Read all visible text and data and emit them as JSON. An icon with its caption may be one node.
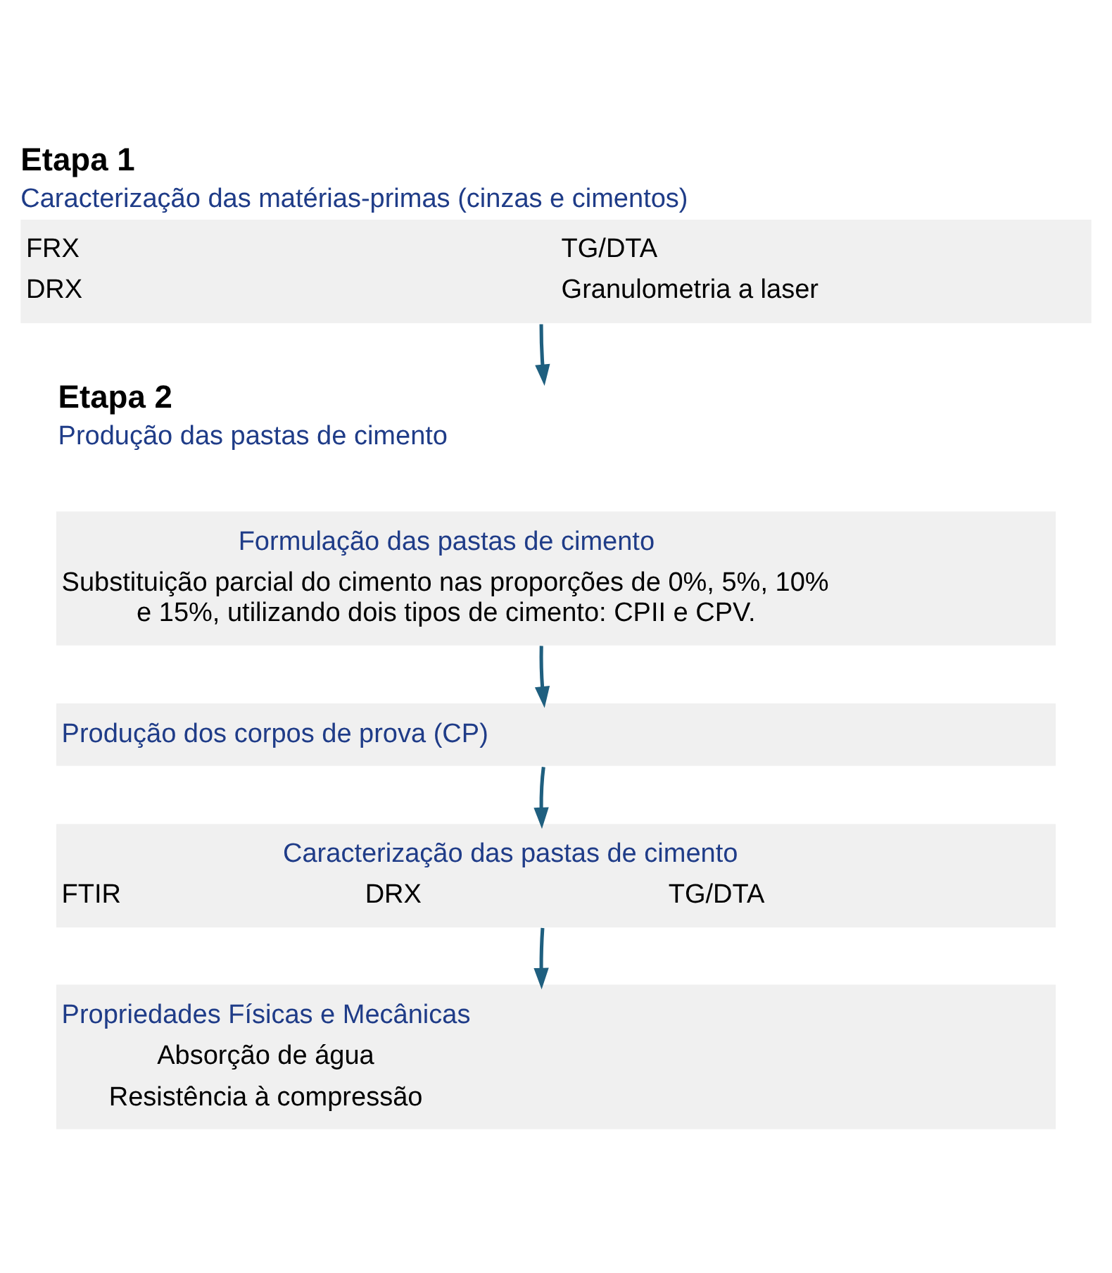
{
  "diagram": {
    "nodes": [
      {
        "text": [
          "Etapa 1",
          "Caracterização das matérias-primas (cinzas e cimentos)",
          "FRX",
          "DRX",
          "TG/DTA",
          "Granulometria a laser"
        ]
      },
      {
        "text": [
          "Etapa 2",
          "Produção das pastas de cimento"
        ]
      },
      {
        "text": [
          "Formulação das pastas de cimento",
          "Substituição parcial do cimento nas proporções de 0%, 5%, 10% e 15%, utilizando dois tipos de cimento: CPII e CPV."
        ]
      },
      {
        "text": [
          "Produção dos corpos de prova (CP)"
        ]
      },
      {
        "text": [
          "Caracterização das pastas de cimento",
          "FTIR",
          "DRX",
          "TG/DTA"
        ]
      },
      {
        "text": [
          "Propriedades Físicas e Mecânicas",
          "Absorção de água",
          "Resistência à compressão"
        ]
      }
    ],
    "edges": [
      {
        "from": 0,
        "to": 1,
        "arrow": "to"
      },
      {
        "from": 2,
        "to": 3,
        "arrow": "to"
      },
      {
        "from": 3,
        "to": 4,
        "arrow": "to"
      },
      {
        "from": 4,
        "to": 5,
        "arrow": "to"
      }
    ]
  }
}
